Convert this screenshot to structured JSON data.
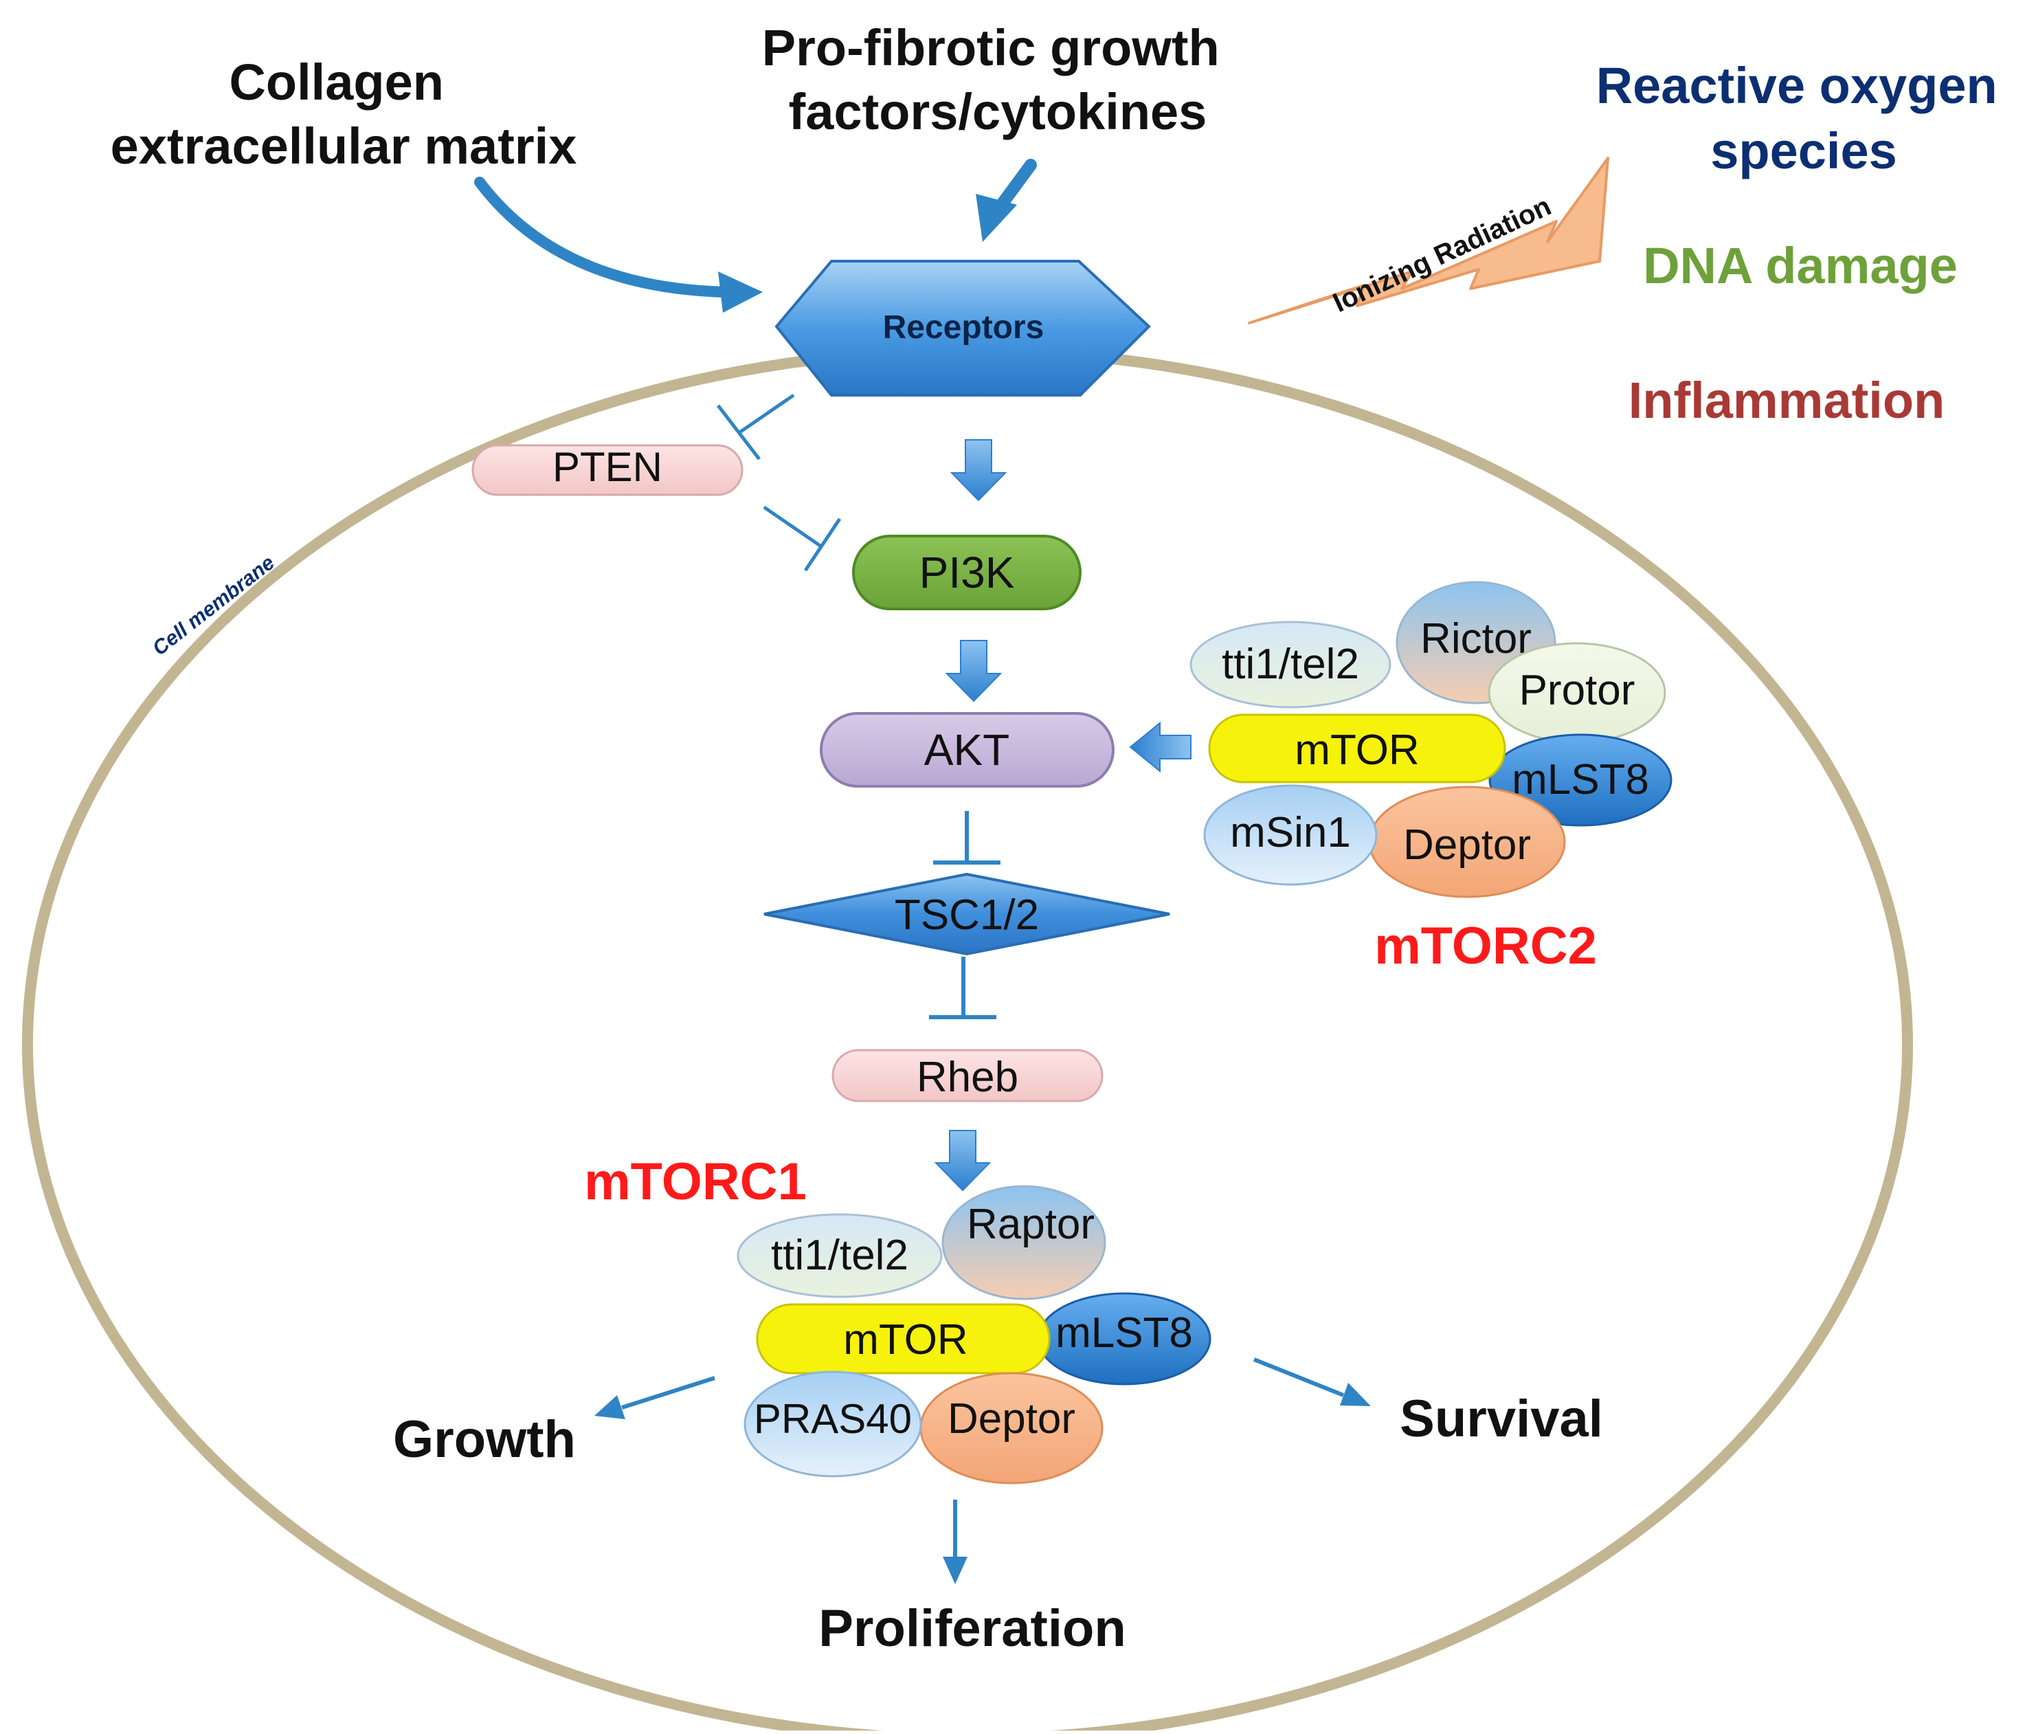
{
  "external_inputs": {
    "collagen_line1": "Collagen",
    "collagen_line2": "extracellular matrix",
    "growth_line1": "Pro-fibrotic growth",
    "growth_line2": "factors/cytokines",
    "ros_line1": "Reactive oxygen",
    "ros_line2": "species",
    "radiation": "Ionizing Radiation",
    "dna_damage": "DNA damage",
    "inflammation": "Inflammation"
  },
  "cell": {
    "membrane_label": "Cell membrane",
    "receptors": "Receptors"
  },
  "pathway": {
    "pten": "PTEN",
    "pi3k": "PI3K",
    "akt": "AKT",
    "tsc": "TSC1/2",
    "rheb": "Rheb"
  },
  "mtorc2": {
    "title": "mTORC2",
    "tti1": "tti1/tel2",
    "rictor": "Rictor",
    "protor": "Protor",
    "mtor": "mTOR",
    "mlst8": "mLST8",
    "msin1": "mSin1",
    "deptor": "Deptor"
  },
  "mtorc1": {
    "title": "mTORC1",
    "tti1": "tti1/tel2",
    "raptor": "Raptor",
    "mtor": "mTOR",
    "mlst8": "mLST8",
    "pras40": "PRAS40",
    "deptor": "Deptor"
  },
  "outcomes": {
    "growth": "Growth",
    "survival": "Survival",
    "proliferation": "Proliferation"
  },
  "colors": {
    "membrane": "#c2b592",
    "arrow_blue": "#2f84c5",
    "ros_text": "#0b2f72",
    "dna_text": "#6ea13a",
    "inflammation_text": "#a83a36",
    "mtorc_title": "#ff1a1a",
    "radiation_fill": "#f7bb8e",
    "pi3k_fill": "#7db346",
    "akt_fill": "#c7b8dc",
    "pten_fill": "#f8d6d6",
    "mtor_fill": "#f6f20b",
    "receptor_fill": "#3c8fdb"
  }
}
